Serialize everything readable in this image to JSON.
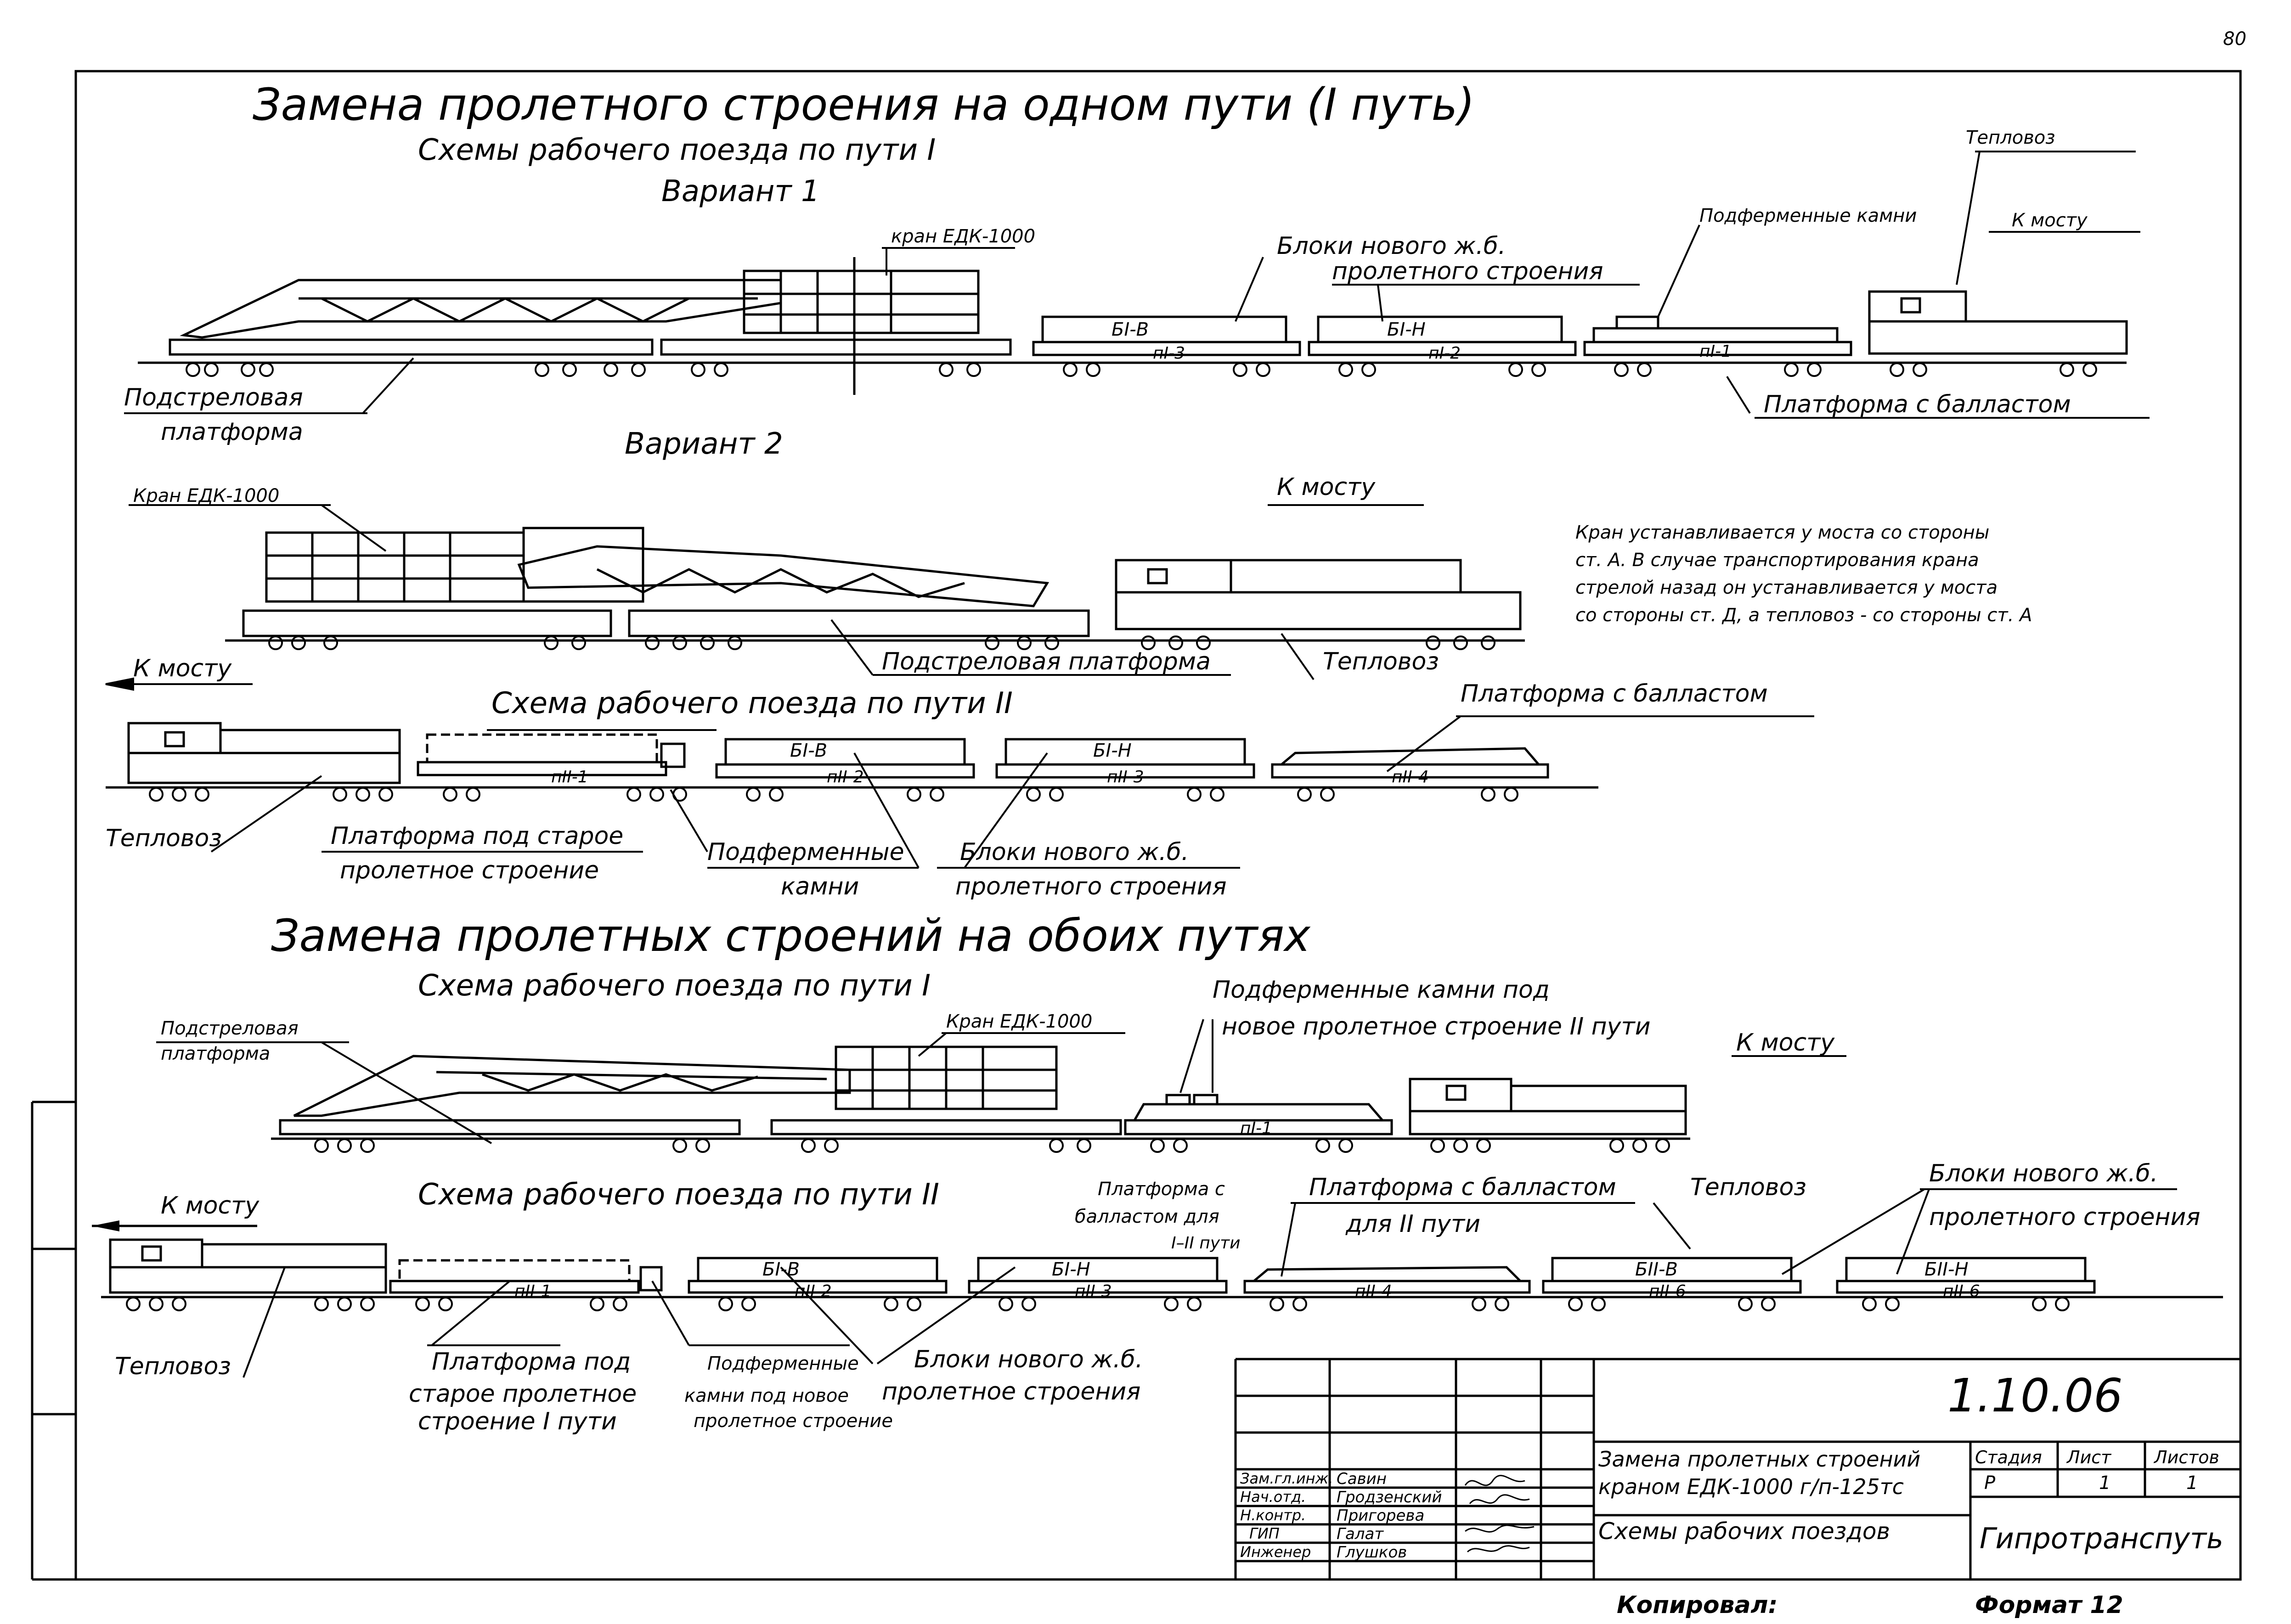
{
  "page_number": "80",
  "section1": {
    "title": "Замена пролетного строения на одном пути (I путь)",
    "subtitle": "Схемы рабочего поезда по пути I",
    "variant1": {
      "heading": "Вариант 1",
      "labels": {
        "crane": "кран ЕДК-1000",
        "blocks": "Блоки нового ж.б.",
        "blocks2": "пролетного строения",
        "stones": "Подферменные камни",
        "loco": "Тепловоз",
        "direction": "К мосту",
        "boom_platform_1": "Подстреловая",
        "boom_platform_2": "платформа",
        "ballast_platform": "Платформа с балластом"
      },
      "cars": {
        "b1": "БI-В",
        "b2": "БI-Н",
        "p3": "пI-3",
        "p2": "пI-2",
        "p1": "пI-1"
      }
    },
    "variant2": {
      "heading": "Вариант 2",
      "labels": {
        "crane": "Кран ЕДК-1000",
        "direction": "К мосту",
        "boom_platform": "Подстреловая платформа",
        "loco": "Тепловоз",
        "direction_left": "К мосту"
      },
      "note": [
        "Кран устанавливается у моста со стороны",
        "ст. А. В случае транспортирования крана",
        "стрелой назад он устанавливается у моста",
        "со стороны ст. Д, а тепловоз - со стороны ст. А"
      ]
    },
    "track2": {
      "heading": "Схема рабочего поезда по пути II",
      "labels": {
        "ballast": "Платформа с балластом",
        "loco": "Тепловоз",
        "old_platform_1": "Платформа под старое",
        "old_platform_2": "пролетное строение",
        "stones_1": "Подферменные",
        "stones_2": "камни",
        "blocks_1": "Блоки нового ж.б.",
        "blocks_2": "пролетного строения"
      },
      "cars": {
        "p1": "пII-1",
        "p2": "пII-2",
        "p3": "пII-3",
        "p4": "пII-4",
        "b1": "БI-В",
        "b2": "БI-Н"
      }
    }
  },
  "section2": {
    "title": "Замена пролетных строений на обоих путях",
    "track1": {
      "heading": "Схема рабочего поезда по пути I",
      "labels": {
        "boom_platform_1": "Подстреловая",
        "boom_platform_2": "платформа",
        "crane": "Кран ЕДК-1000",
        "stones_1": "Подферменные камни под",
        "stones_2": "новое пролетное строение II пути",
        "direction": "К мосту"
      },
      "cars": {
        "p1": "пI-1"
      }
    },
    "track2": {
      "heading": "Схема рабочего поезда по пути II",
      "labels": {
        "direction": "К мосту",
        "ballast_12_1": "Платформа с",
        "ballast_12_2": "балластом для",
        "ballast_12_3": "I–II пути",
        "ballast_2_1": "Платформа с балластом",
        "ballast_2_2": "для II пути",
        "loco_right": "Тепловоз",
        "blocks_r1": "Блоки нового ж.б.",
        "blocks_r2": "пролетного строения",
        "loco": "Тепловоз",
        "old_platform_1": "Платформа под",
        "old_platform_2": "старое пролетное",
        "old_platform_3": "строение I пути",
        "stones_1": "Подферменные",
        "stones_2": "камни под новое",
        "stones_3": "пролетное строение",
        "blocks_1": "Блоки нового ж.б.",
        "blocks_2": "пролетное строения"
      },
      "cars": {
        "p1": "пII-1",
        "p2": "пII-2",
        "p3": "пII-3",
        "p4": "пII-4",
        "p5": "пII-6",
        "p6": "пII-6",
        "b1": "БI-В",
        "b2": "БI-Н",
        "b3": "БII-В",
        "b4": "БII-Н"
      }
    }
  },
  "title_block": {
    "doc_number": "1.10.06",
    "title_1": "Замена пролетных строений",
    "title_2": "краном ЕДК-1000 г/п-125тс",
    "sheet_title": "Схемы рабочих поездов",
    "stage_label": "Стадия",
    "sheet_label": "Лист",
    "sheets_label": "Листов",
    "stage": "Р",
    "sheet": "1",
    "sheets": "1",
    "org": "Гипротранспуть",
    "roles": [
      "Зам.гл.инж.",
      "Нач.отд.",
      "Н.контр.",
      "ГИП",
      "Инженер"
    ],
    "names": [
      "Савин",
      "Гродзенский",
      "Пригорева",
      "Галат",
      "Глушков"
    ],
    "copied": "Копировал:",
    "format": "Формат 12"
  }
}
